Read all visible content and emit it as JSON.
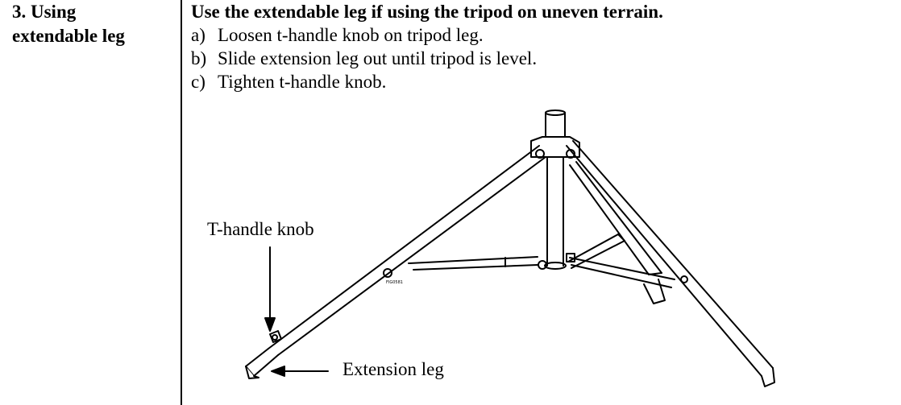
{
  "step": {
    "label_line1": "3. Using",
    "label_line2": "extendable leg"
  },
  "content": {
    "heading": "Use the extendable leg if using the tripod on uneven terrain.",
    "steps": [
      {
        "letter": "a)",
        "text": "Loosen t-handle knob on tripod leg."
      },
      {
        "letter": "b)",
        "text": "Slide extension leg out until tripod is level."
      },
      {
        "letter": "c)",
        "text": "Tighten t-handle knob."
      }
    ]
  },
  "figure": {
    "callout_knob": "T-handle knob",
    "callout_extension": "Extension leg",
    "figure_code": "FIG0581"
  }
}
